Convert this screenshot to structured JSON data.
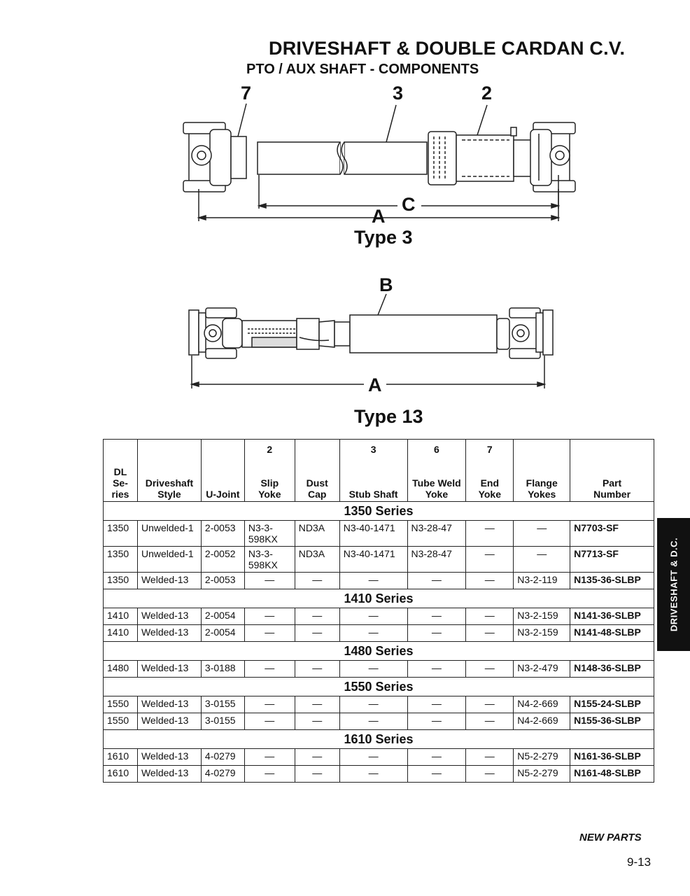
{
  "header": {
    "title": "DRIVESHAFT & DOUBLE CARDAN C.V.",
    "subtitle": "PTO / AUX SHAFT - COMPONENTS"
  },
  "diagram": {
    "callouts": {
      "c7": "7",
      "c3": "3",
      "c2": "2",
      "C": "C",
      "A1": "A",
      "B": "B",
      "A2": "A"
    },
    "type3_label": "Type 3",
    "type13_label": "Type 13"
  },
  "table": {
    "headers": [
      {
        "num": "",
        "label_lines": [
          "DL",
          "Se-",
          "ries"
        ]
      },
      {
        "num": "",
        "label_lines": [
          "Driveshaft",
          "Style"
        ]
      },
      {
        "num": "",
        "label_lines": [
          "U-Joint"
        ]
      },
      {
        "num": "2",
        "label_lines": [
          "Slip",
          "Yoke"
        ]
      },
      {
        "num": "",
        "label_lines": [
          "Dust",
          "Cap"
        ]
      },
      {
        "num": "3",
        "label_lines": [
          "Stub Shaft"
        ]
      },
      {
        "num": "6",
        "label_lines": [
          "Tube Weld",
          "Yoke"
        ]
      },
      {
        "num": "7",
        "label_lines": [
          "End",
          "Yoke"
        ]
      },
      {
        "num": "",
        "label_lines": [
          "Flange",
          "Yokes"
        ]
      },
      {
        "num": "",
        "label_lines": [
          "Part",
          "Number"
        ]
      }
    ],
    "groups": [
      {
        "series": "1350 Series",
        "rows": [
          [
            "1350",
            "Unwelded-1",
            "2-0053",
            "N3-3-\n598KX",
            "ND3A",
            "N3-40-1471",
            "N3-28-47",
            "—",
            "—",
            "N7703-SF"
          ],
          [
            "1350",
            "Unwelded-1",
            "2-0052",
            "N3-3-\n598KX",
            "ND3A",
            "N3-40-1471",
            "N3-28-47",
            "—",
            "—",
            "N7713-SF"
          ],
          [
            "1350",
            "Welded-13",
            "2-0053",
            "—",
            "—",
            "—",
            "—",
            "—",
            "N3-2-119",
            "N135-36-SLBP"
          ]
        ]
      },
      {
        "series": "1410 Series",
        "rows": [
          [
            "1410",
            "Welded-13",
            "2-0054",
            "—",
            "—",
            "—",
            "—",
            "—",
            "N3-2-159",
            "N141-36-SLBP"
          ],
          [
            "1410",
            "Welded-13",
            "2-0054",
            "—",
            "—",
            "—",
            "—",
            "—",
            "N3-2-159",
            "N141-48-SLBP"
          ]
        ]
      },
      {
        "series": "1480 Series",
        "rows": [
          [
            "1480",
            "Welded-13",
            "3-0188",
            "—",
            "—",
            "—",
            "—",
            "—",
            "N3-2-479",
            "N148-36-SLBP"
          ]
        ]
      },
      {
        "series": "1550 Series",
        "rows": [
          [
            "1550",
            "Welded-13",
            "3-0155",
            "—",
            "—",
            "—",
            "—",
            "—",
            "N4-2-669",
            "N155-24-SLBP"
          ],
          [
            "1550",
            "Welded-13",
            "3-0155",
            "—",
            "—",
            "—",
            "—",
            "—",
            "N4-2-669",
            "N155-36-SLBP"
          ]
        ]
      },
      {
        "series": "1610 Series",
        "rows": [
          [
            "1610",
            "Welded-13",
            "4-0279",
            "—",
            "—",
            "—",
            "—",
            "—",
            "N5-2-279",
            "N161-36-SLBP"
          ],
          [
            "1610",
            "Welded-13",
            "4-0279",
            "—",
            "—",
            "—",
            "—",
            "—",
            "N5-2-279",
            "N161-48-SLBP"
          ]
        ]
      }
    ]
  },
  "sidetab": {
    "label": "DRIVESHAFT & D.C."
  },
  "footer": {
    "note": "NEW PARTS",
    "page": "9-13"
  }
}
